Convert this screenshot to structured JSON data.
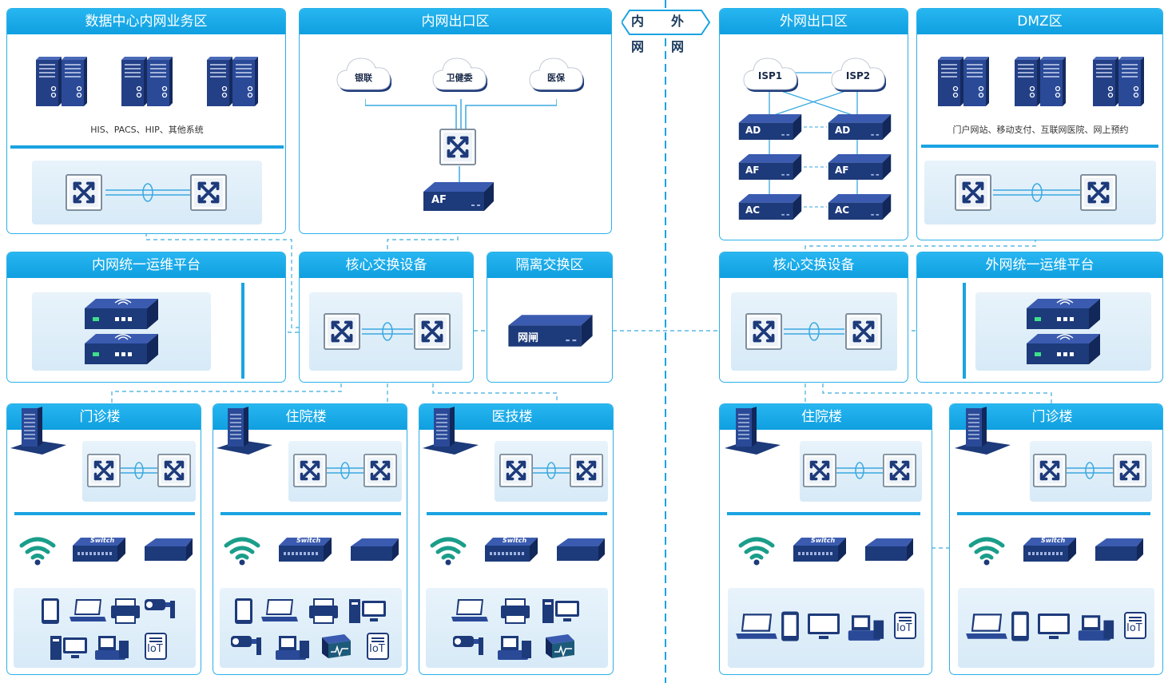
{
  "divider": {
    "left_label": "内网",
    "right_label": "外网"
  },
  "zones": {
    "dc": {
      "title": "数据中心内网业务区",
      "caption": "HIS、PACS、HIP、其他系统"
    },
    "in_exit": {
      "title": "内网出口区",
      "clouds": [
        "银联",
        "卫健委",
        "医保"
      ],
      "firewall": "AF"
    },
    "out_exit": {
      "title": "外网出口区",
      "isp": [
        "ISP1",
        "ISP2"
      ],
      "devices": [
        "AD",
        "AD",
        "AF",
        "AF",
        "AC",
        "AC"
      ]
    },
    "dmz": {
      "title": "DMZ区",
      "caption": "门户网站、移动支付、互联网医院、网上预约"
    },
    "in_ops": {
      "title": "内网统一运维平台"
    },
    "in_core": {
      "title": "核心交换设备"
    },
    "isolation": {
      "title": "隔离交换区",
      "gateway": "网闸"
    },
    "out_core": {
      "title": "核心交换设备"
    },
    "out_ops": {
      "title": "外网统一运维平台"
    },
    "b1": {
      "title": "门诊楼"
    },
    "b2": {
      "title": "住院楼"
    },
    "b3": {
      "title": "医技楼"
    },
    "b4": {
      "title": "住院楼"
    },
    "b5": {
      "title": "门诊楼"
    }
  },
  "device_labels": {
    "switch": "Switch",
    "iot": "IoT"
  },
  "colors": {
    "accent": "#1aa3e2",
    "device_dark": "#1d3a7a",
    "panel": "#dcedf8",
    "link": "#5bb8e3"
  }
}
